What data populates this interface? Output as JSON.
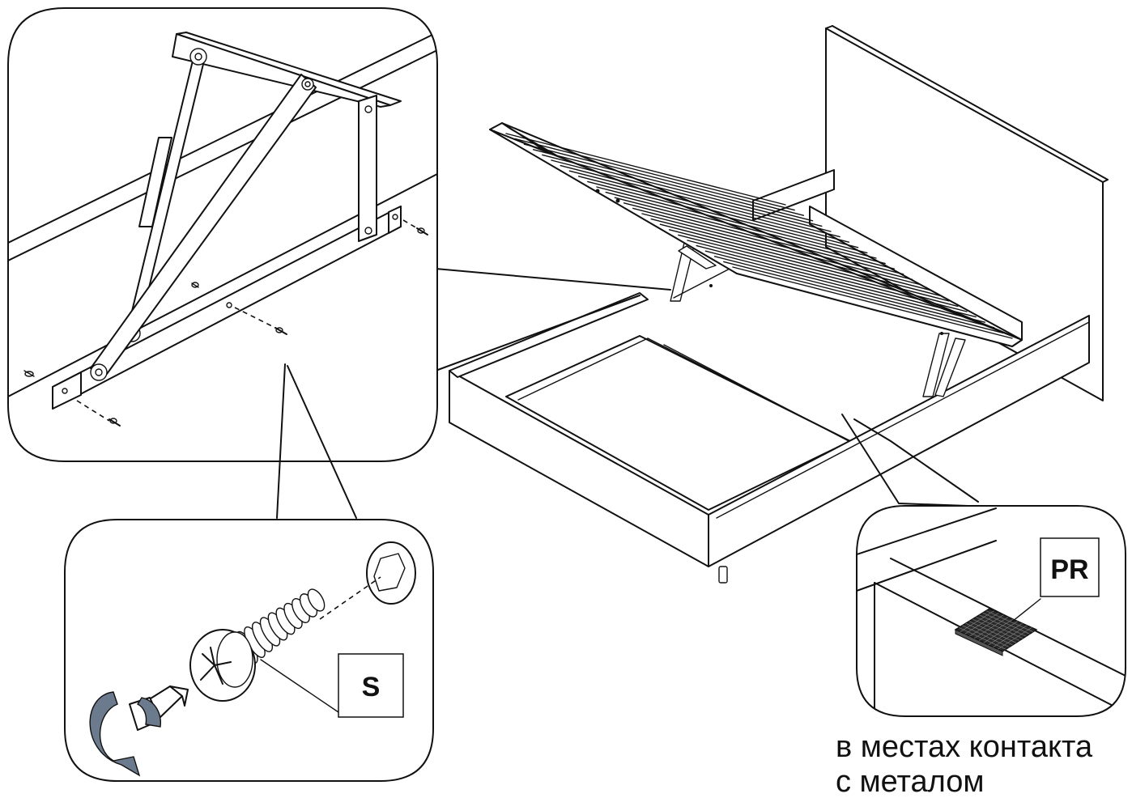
{
  "labels": {
    "screw_part": "S",
    "pad_part": "PR"
  },
  "caption": {
    "line1": "в местах контакта",
    "line2": "с металом"
  },
  "colors": {
    "line": "#111111",
    "background": "#ffffff",
    "rotation_arrow": "#6b7a8c",
    "pad_texture": "#2a2a2a"
  },
  "icons": {
    "rotation": "clockwise-rotation-arrow-icon",
    "screwdriver": "phillips-screwdriver-bit-icon"
  }
}
